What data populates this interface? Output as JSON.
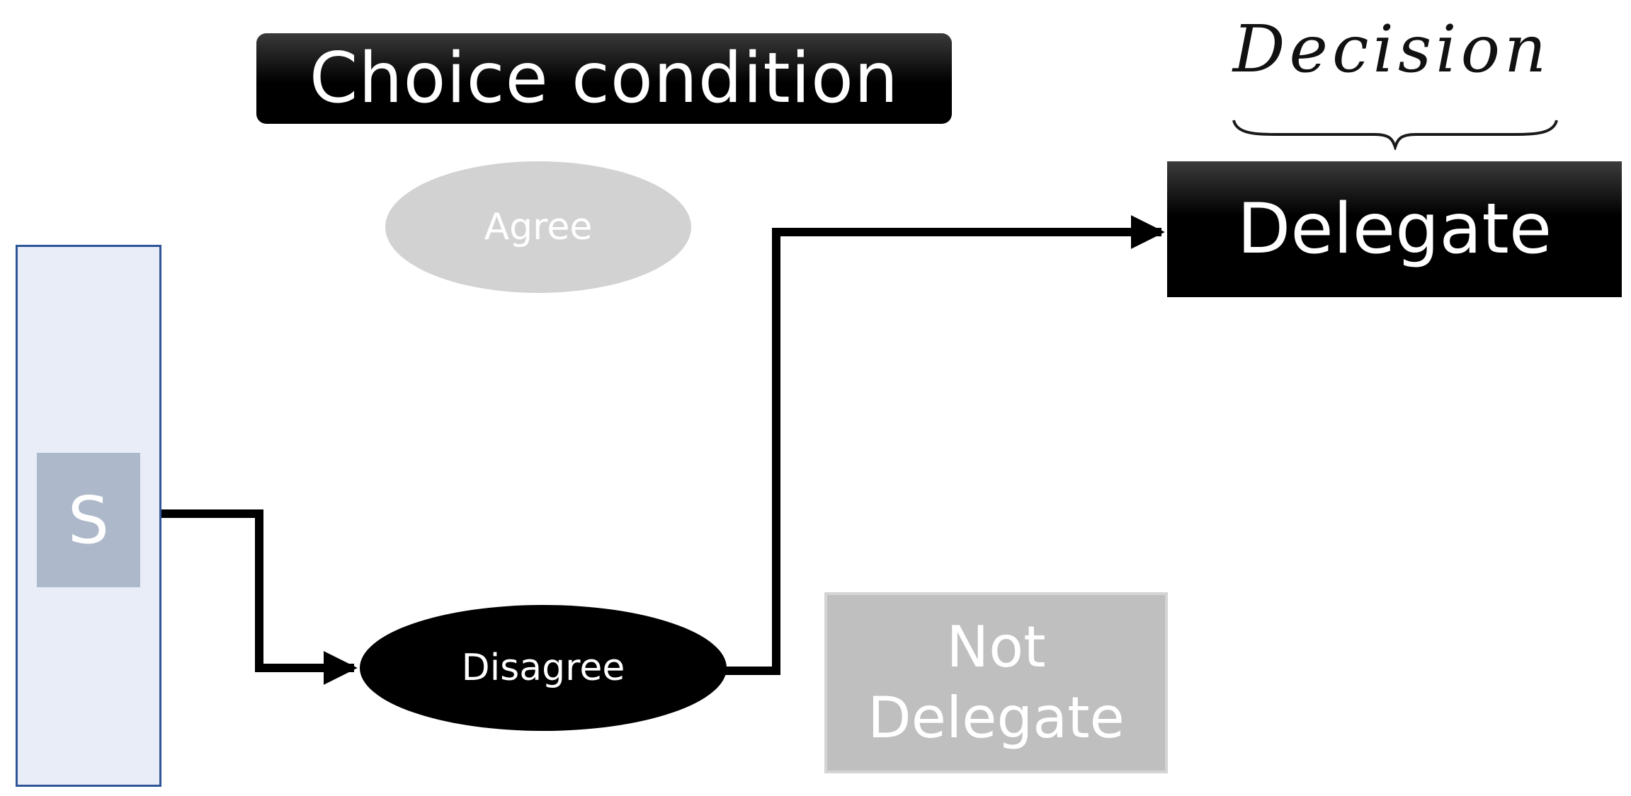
{
  "header": {
    "choice_condition": "Choice condition"
  },
  "decision": {
    "label": "Decision"
  },
  "nodes": {
    "s_label": "S",
    "agree": "Agree",
    "disagree": "Disagree",
    "delegate": "Delegate",
    "not_delegate_line1": "Not",
    "not_delegate_line2": "Delegate"
  },
  "colors": {
    "selected_fill": "#000000",
    "unselected_fill": "#bfbfbf",
    "agree_fill": "#d2d2d2",
    "panel_fill": "#e9edf7",
    "panel_border": "#2e5597",
    "s_fill": "#adb9ca"
  }
}
